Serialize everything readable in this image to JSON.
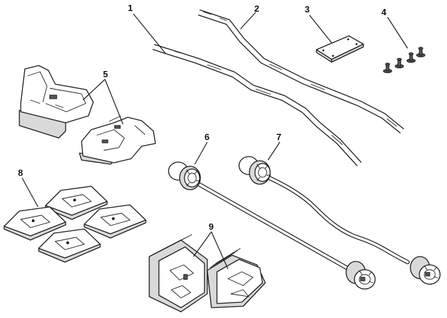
{
  "callouts": [
    {
      "id": "1",
      "label": "1"
    },
    {
      "id": "2",
      "label": "2"
    },
    {
      "id": "3",
      "label": "3"
    },
    {
      "id": "4",
      "label": "4"
    },
    {
      "id": "5",
      "label": "5"
    },
    {
      "id": "6",
      "label": "6"
    },
    {
      "id": "7",
      "label": "7"
    },
    {
      "id": "8",
      "label": "8"
    },
    {
      "id": "9",
      "label": "9"
    }
  ],
  "colors": {
    "line": "#1a1a1a",
    "shade": "#d9d9d9",
    "dark": "#5a5a5a",
    "background": "#ffffff"
  }
}
